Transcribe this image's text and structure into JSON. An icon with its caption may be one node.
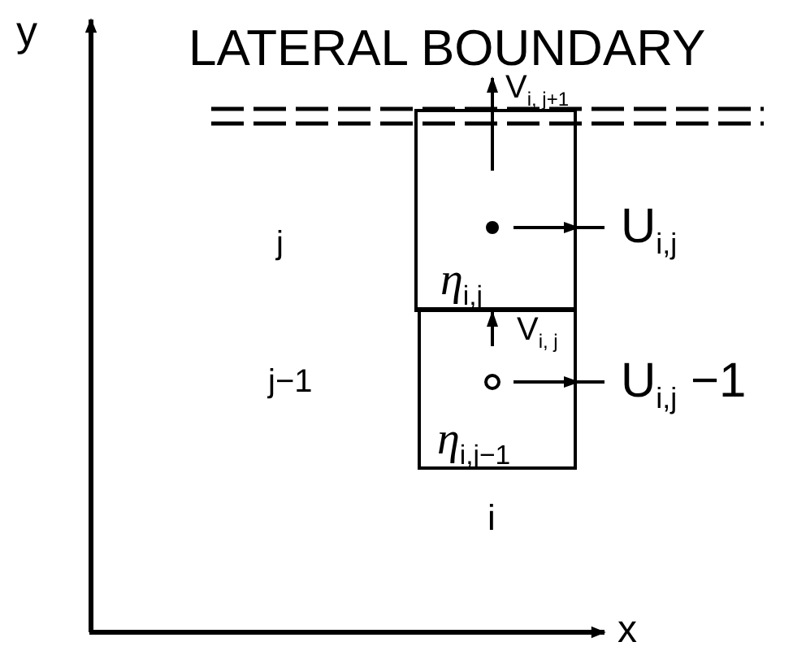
{
  "diagram": {
    "title": "LATERAL BOUNDARY",
    "nodes": [
      {
        "text": [
          "η$_{i,j}$"
        ]
      },
      {
        "text": [
          "η$_{i,j−1}$"
        ]
      }
    ],
    "labels": [
      "y",
      "V$_{i, j+1}$",
      "j",
      "U$_{i,j}$",
      "V$_{i, j}$",
      "j−1",
      "U$_{i,j}$ −1",
      "i",
      "x"
    ]
  }
}
